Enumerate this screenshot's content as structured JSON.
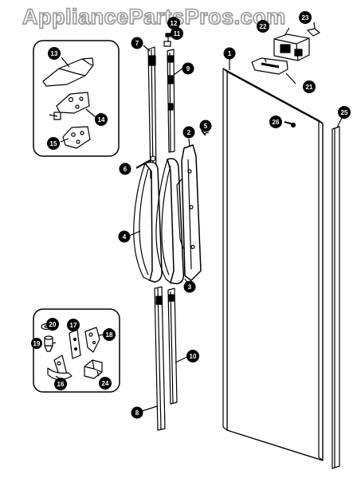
{
  "watermark": "AppliancePartsPros.com",
  "callouts": [
    {
      "id": "c1",
      "text": "1"
    },
    {
      "id": "c2",
      "text": "2"
    },
    {
      "id": "c3",
      "text": "3"
    },
    {
      "id": "c4",
      "text": "4"
    },
    {
      "id": "c5",
      "text": "5"
    },
    {
      "id": "c6",
      "text": "6"
    },
    {
      "id": "c7",
      "text": "7"
    },
    {
      "id": "c8",
      "text": "8"
    },
    {
      "id": "c9",
      "text": "9"
    },
    {
      "id": "c10",
      "text": "10"
    },
    {
      "id": "c11",
      "text": "11"
    },
    {
      "id": "c12",
      "text": "12"
    },
    {
      "id": "c13",
      "text": "13"
    },
    {
      "id": "c14",
      "text": "14"
    },
    {
      "id": "c15",
      "text": "15"
    },
    {
      "id": "c16",
      "text": "16"
    },
    {
      "id": "c17",
      "text": "17"
    },
    {
      "id": "c18",
      "text": "18"
    },
    {
      "id": "c19",
      "text": "19"
    },
    {
      "id": "c20",
      "text": "20"
    },
    {
      "id": "c21",
      "text": "21"
    },
    {
      "id": "c22",
      "text": "22"
    },
    {
      "id": "c23",
      "text": "23"
    },
    {
      "id": "c24",
      "text": "24"
    },
    {
      "id": "c25",
      "text": "25"
    },
    {
      "id": "c26",
      "text": "26"
    }
  ]
}
